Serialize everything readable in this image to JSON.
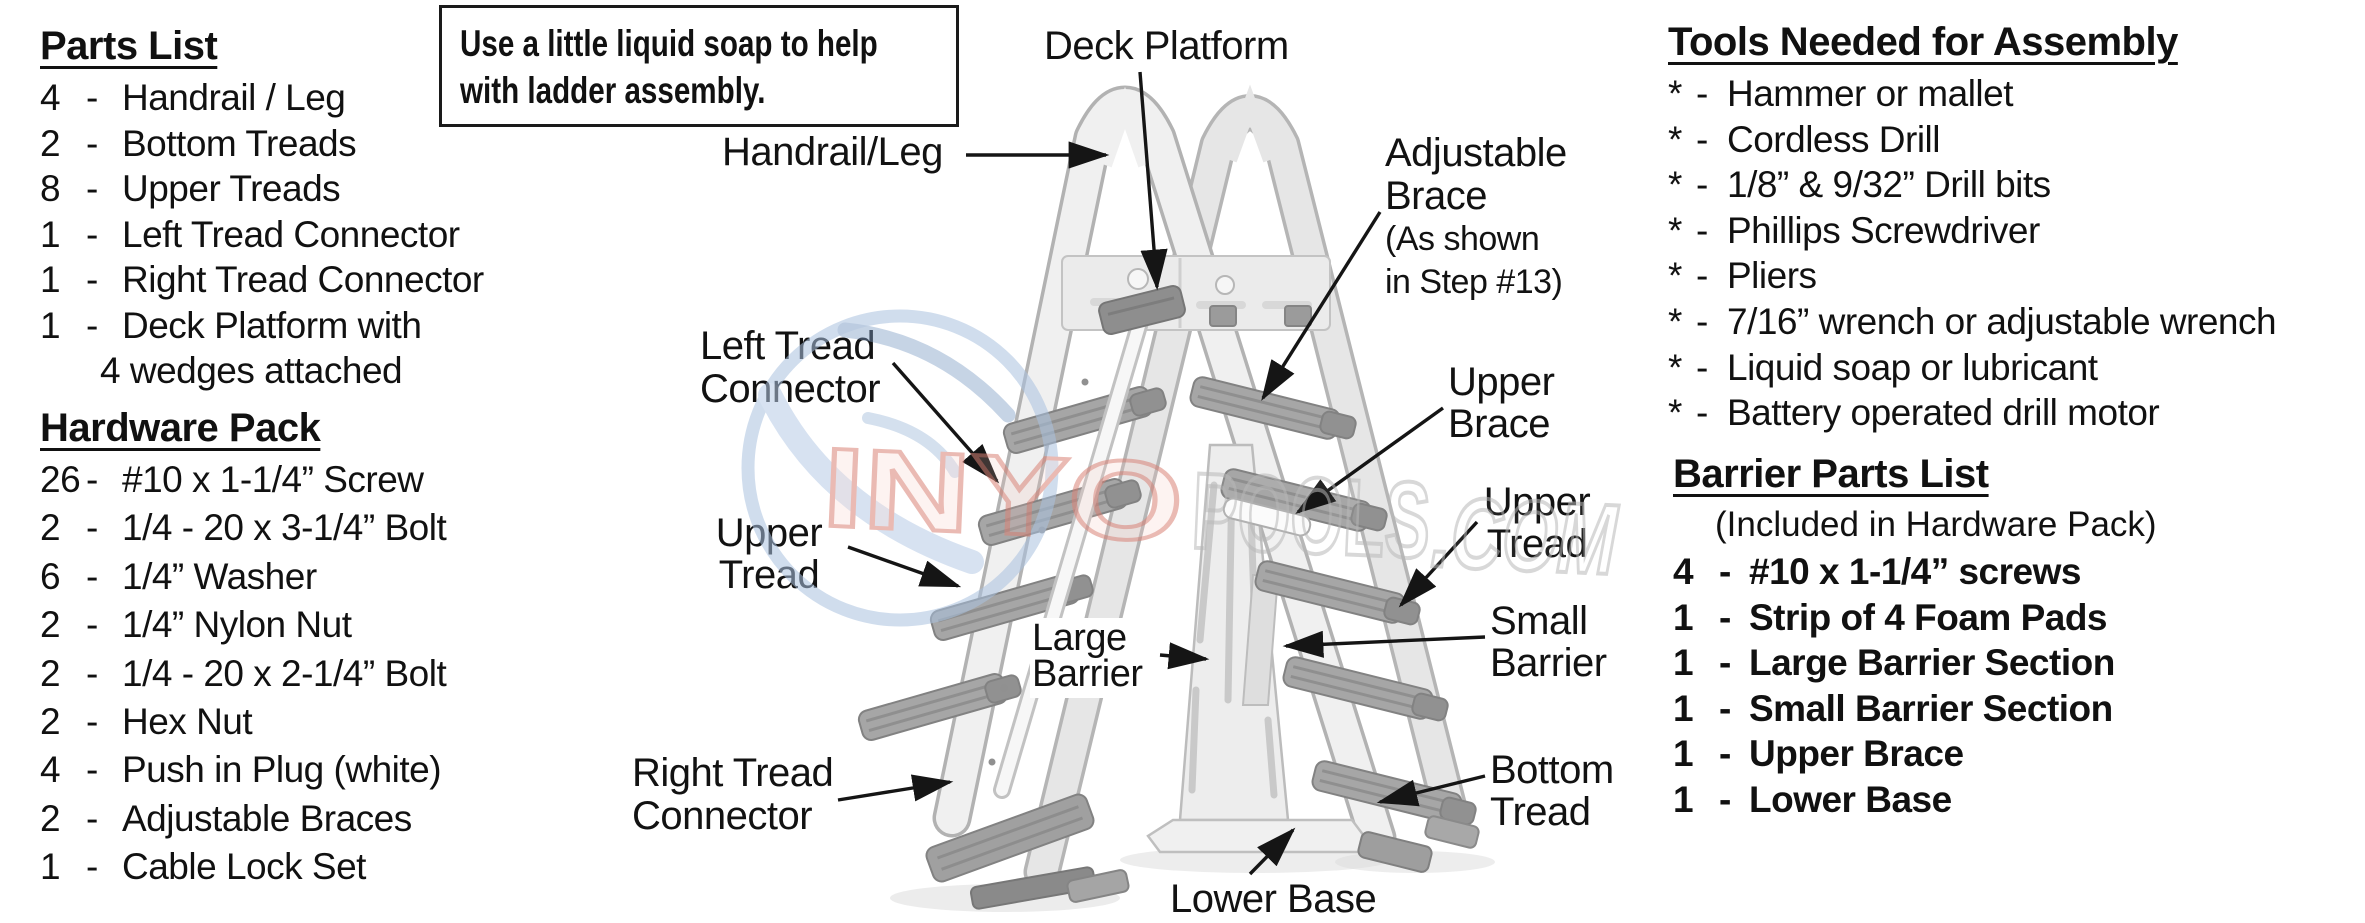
{
  "parts_list": {
    "title": "Parts List",
    "dash": "-",
    "items": [
      {
        "qty": "4",
        "name": "Handrail / Leg"
      },
      {
        "qty": "2",
        "name": "Bottom Treads"
      },
      {
        "qty": "8",
        "name": "Upper Treads"
      },
      {
        "qty": "1",
        "name": "Left Tread Connector"
      },
      {
        "qty": "1",
        "name": "Right Tread Connector"
      },
      {
        "qty": "1",
        "name": "Deck Platform with"
      }
    ],
    "continuation": "4 wedges attached"
  },
  "hardware_pack": {
    "title": "Hardware Pack",
    "dash": "-",
    "items": [
      {
        "qty": "26",
        "name": "#10 x 1-1/4” Screw"
      },
      {
        "qty": "2",
        "name": "1/4 - 20 x 3-1/4” Bolt"
      },
      {
        "qty": "6",
        "name": "1/4” Washer"
      },
      {
        "qty": "2",
        "name": "1/4” Nylon Nut"
      },
      {
        "qty": "2",
        "name": "1/4 - 20 x 2-1/4” Bolt"
      },
      {
        "qty": "2",
        "name": "Hex Nut"
      },
      {
        "qty": "4",
        "name": "Push in Plug (white)"
      },
      {
        "qty": "2",
        "name": "Adjustable Braces"
      },
      {
        "qty": "1",
        "name": "Cable Lock Set"
      }
    ]
  },
  "tools": {
    "title": "Tools Needed for Assembly",
    "dash": "-",
    "items": [
      {
        "qty": "*",
        "name": "Hammer or mallet"
      },
      {
        "qty": "*",
        "name": "Cordless Drill"
      },
      {
        "qty": "*",
        "name": "1/8” & 9/32” Drill bits"
      },
      {
        "qty": "*",
        "name": "Phillips Screwdriver"
      },
      {
        "qty": "*",
        "name": "Pliers"
      },
      {
        "qty": "*",
        "name": "7/16” wrench or adjustable wrench"
      },
      {
        "qty": "*",
        "name": "Liquid soap or lubricant"
      },
      {
        "qty": "*",
        "name": "Battery operated drill motor"
      }
    ]
  },
  "barrier_parts": {
    "title": "Barrier Parts List",
    "subtitle": "(Included in Hardware Pack)",
    "dash": "-",
    "items": [
      {
        "qty": "4",
        "name": "#10 x 1-1/4” screws"
      },
      {
        "qty": "1",
        "name": "Strip of 4 Foam Pads"
      },
      {
        "qty": "1",
        "name": "Large Barrier Section"
      },
      {
        "qty": "1",
        "name": "Small Barrier Section"
      },
      {
        "qty": "1",
        "name": "Upper Brace"
      },
      {
        "qty": "1",
        "name": "Lower Base"
      }
    ]
  },
  "note_box": {
    "line1": "Use a little liquid soap to help",
    "line2": "with ladder assembly."
  },
  "diagram_labels": {
    "handrail_leg": "Handrail/Leg",
    "deck_platform": "Deck Platform",
    "adjustable_brace_line1": "Adjustable",
    "adjustable_brace_line2": "Brace",
    "adjustable_brace_note1": "(As shown",
    "adjustable_brace_note2": "in Step #13)",
    "left_tread_connector_line1": "Left Tread",
    "left_tread_connector_line2": "Connector",
    "upper_tread_left_line1": "Upper",
    "upper_tread_left_line2": "Tread",
    "large_barrier_line1": "Large",
    "large_barrier_line2": "Barrier",
    "right_tread_connector_line1": "Right Tread",
    "right_tread_connector_line2": "Connector",
    "lower_base": "Lower Base",
    "upper_brace_line1": "Upper",
    "upper_brace_line2": "Brace",
    "upper_tread_right_line1": "Upper",
    "upper_tread_right_line2": "Tread",
    "small_barrier_line1": "Small",
    "small_barrier_line2": "Barrier",
    "bottom_tread_line1": "Bottom",
    "bottom_tread_line2": "Tread"
  },
  "watermark": {
    "text1": "INYO",
    "text2": "POOLS",
    "text3": ".COM"
  },
  "colors": {
    "text": "#111111",
    "ladder_body": "#efefef",
    "ladder_outline": "#b8b8b8",
    "tread_gray": "#a3a3a3",
    "platform_dark": "#8e8e8e",
    "watermark_salmon": "#dd7f72",
    "watermark_gray": "#bbbbbb",
    "watermark_blue": "#aac2e0"
  }
}
